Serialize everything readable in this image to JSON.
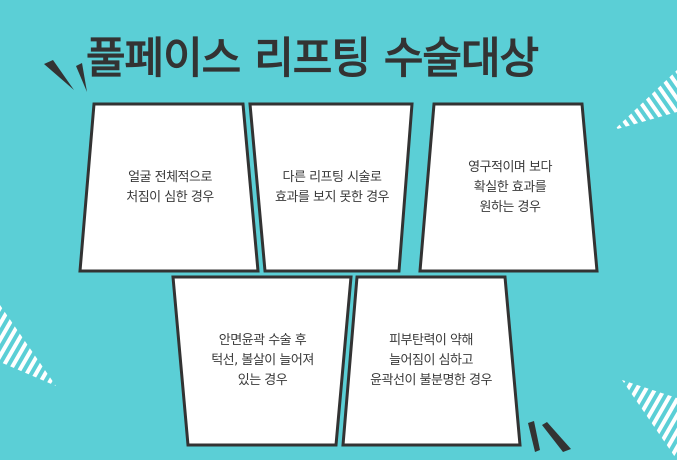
{
  "title": "풀페이스 리프팅 수술대상",
  "colors": {
    "background": "#5bcfd6",
    "panel_fill": "#ffffff",
    "panel_border": "#333333",
    "title_text": "#333333",
    "accent_stripes": "#ffffff",
    "spark_marks": "#333333"
  },
  "panels": [
    {
      "text": "얼굴 전체적으로\n처짐이 심한 경우"
    },
    {
      "text": "다른 리프팅 시술로\n효과를 보지 못한 경우"
    },
    {
      "text": "영구적이며 보다\n확실한 효과를\n원하는 경우"
    },
    {
      "text": "안면윤곽 수술 후\n턱선, 볼살이 늘어져\n있는 경우"
    },
    {
      "text": "피부탄력이 약해\n늘어짐이 심하고\n윤곽선이 불분명한 경우"
    }
  ],
  "decorations": {
    "top_left": "spark-marks",
    "bottom_right": "spark-marks",
    "right_top": "striped-triangle",
    "left_bottom": "striped-triangle",
    "right_bottom": "striped-triangle"
  }
}
